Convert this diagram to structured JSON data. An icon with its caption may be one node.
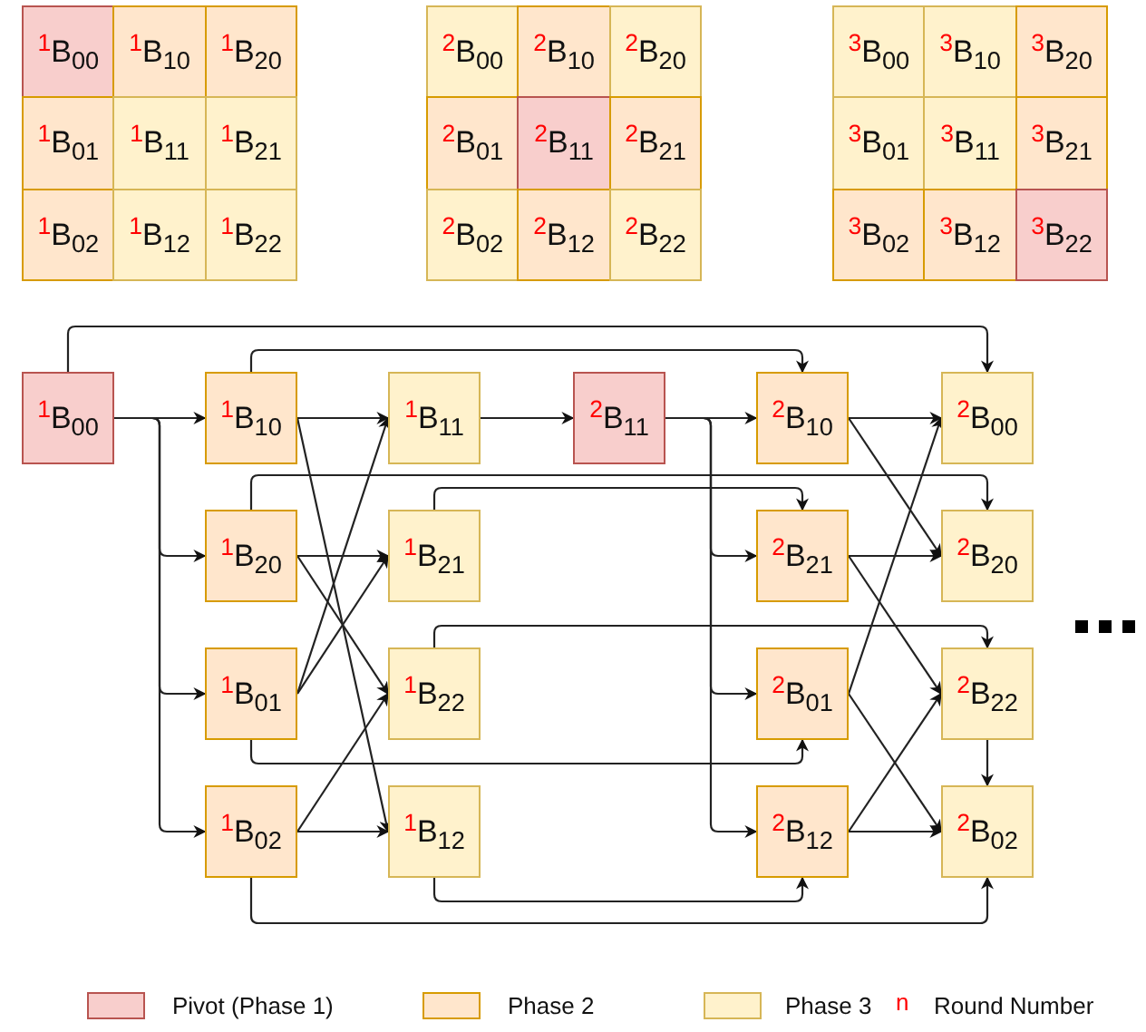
{
  "diagram": {
    "nodes": [
      {
        "text": [
          "$^{1}$B$_{00}$"
        ]
      },
      {
        "text": [
          "$^{1}$B$_{10}$"
        ]
      },
      {
        "text": [
          "$^{1}$B$_{20}$"
        ]
      },
      {
        "text": [
          "$^{1}$B$_{01}$"
        ]
      },
      {
        "text": [
          "$^{1}$B$_{11}$"
        ]
      },
      {
        "text": [
          "$^{1}$B$_{21}$"
        ]
      },
      {
        "text": [
          "$^{1}$B$_{02}$"
        ]
      },
      {
        "text": [
          "$^{1}$B$_{12}$"
        ]
      },
      {
        "text": [
          "$^{1}$B$_{22}$"
        ]
      },
      {
        "text": [
          "$^{2}$B$_{00}$"
        ]
      },
      {
        "text": [
          "$^{2}$B$_{10}$"
        ]
      },
      {
        "text": [
          "$^{2}$B$_{20}$"
        ]
      },
      {
        "text": [
          "$^{2}$B$_{01}$"
        ]
      },
      {
        "text": [
          "$^{2}$B$_{11}$"
        ]
      },
      {
        "text": [
          "$^{2}$B$_{21}$"
        ]
      },
      {
        "text": [
          "$^{2}$B$_{02}$"
        ]
      },
      {
        "text": [
          "$^{2}$B$_{12}$"
        ]
      },
      {
        "text": [
          "$^{2}$B$_{22}$"
        ]
      },
      {
        "text": [
          "$^{3}$B$_{00}$"
        ]
      },
      {
        "text": [
          "$^{3}$B$_{10}$"
        ]
      },
      {
        "text": [
          "$^{3}$B$_{20}$"
        ]
      },
      {
        "text": [
          "$^{3}$B$_{01}$"
        ]
      },
      {
        "text": [
          "$^{3}$B$_{11}$"
        ]
      },
      {
        "text": [
          "$^{3}$B$_{21}$"
        ]
      },
      {
        "text": [
          "$^{3}$B$_{02}$"
        ]
      },
      {
        "text": [
          "$^{3}$B$_{12}$"
        ]
      },
      {
        "text": [
          "$^{3}$B$_{22}$"
        ]
      },
      {
        "text": [
          "$^{1}$B$_{00}$"
        ]
      },
      {
        "text": [
          "$^{1}$B$_{10}$"
        ]
      },
      {
        "text": [
          "$^{1}$B$_{20}$"
        ]
      },
      {
        "text": [
          "$^{1}$B$_{01}$"
        ]
      },
      {
        "text": [
          "$^{1}$B$_{02}$"
        ]
      },
      {
        "text": [
          "$^{1}$B$_{11}$"
        ]
      },
      {
        "text": [
          "$^{1}$B$_{21}$"
        ]
      },
      {
        "text": [
          "$^{1}$B$_{22}$"
        ]
      },
      {
        "text": [
          "$^{1}$B$_{12}$"
        ]
      },
      {
        "text": [
          "$^{2}$B$_{11}$"
        ]
      },
      {
        "text": [
          "$^{2}$B$_{10}$"
        ]
      },
      {
        "text": [
          "$^{2}$B$_{21}$"
        ]
      },
      {
        "text": [
          "$^{2}$B$_{01}$"
        ]
      },
      {
        "text": [
          "$^{2}$B$_{12}$"
        ]
      },
      {
        "text": [
          "$^{2}$B$_{00}$"
        ]
      },
      {
        "text": [
          "$^{2}$B$_{20}$"
        ]
      },
      {
        "text": [
          "$^{2}$B$_{22}$"
        ]
      },
      {
        "text": [
          "$^{2}$B$_{02}$"
        ]
      }
    ],
    "edges": [
      {
        "from": 27,
        "to": 28,
        "arrow": "to"
      },
      {
        "from": 27,
        "to": 29,
        "arrow": "to"
      },
      {
        "from": 27,
        "to": 30,
        "arrow": "to"
      },
      {
        "from": 27,
        "to": 31,
        "arrow": "to"
      },
      {
        "from": 27,
        "to": 41,
        "arrow": "to"
      },
      {
        "from": 28,
        "to": 32,
        "arrow": "to"
      },
      {
        "from": 28,
        "to": 35,
        "arrow": "to"
      },
      {
        "from": 28,
        "to": 37,
        "arrow": "to"
      },
      {
        "from": 29,
        "to": 33,
        "arrow": "to"
      },
      {
        "from": 29,
        "to": 34,
        "arrow": "to"
      },
      {
        "from": 29,
        "to": 42,
        "arrow": "to"
      },
      {
        "from": 30,
        "to": 32,
        "arrow": "to"
      },
      {
        "from": 30,
        "to": 33,
        "arrow": "to"
      },
      {
        "from": 30,
        "to": 39,
        "arrow": "to"
      },
      {
        "from": 31,
        "to": 35,
        "arrow": "to"
      },
      {
        "from": 31,
        "to": 34,
        "arrow": "to"
      },
      {
        "from": 31,
        "to": 44,
        "arrow": "to"
      },
      {
        "from": 32,
        "to": 36,
        "arrow": "to"
      },
      {
        "from": 33,
        "to": 38,
        "arrow": "to"
      },
      {
        "from": 34,
        "to": 43,
        "arrow": "to"
      },
      {
        "from": 35,
        "to": 40,
        "arrow": "to"
      },
      {
        "from": 36,
        "to": 37,
        "arrow": "to"
      },
      {
        "from": 36,
        "to": 38,
        "arrow": "to"
      },
      {
        "from": 36,
        "to": 39,
        "arrow": "to"
      },
      {
        "from": 36,
        "to": 40,
        "arrow": "to"
      },
      {
        "from": 37,
        "to": 41,
        "arrow": "to"
      },
      {
        "from": 37,
        "to": 42,
        "arrow": "to"
      },
      {
        "from": 38,
        "to": 42,
        "arrow": "to"
      },
      {
        "from": 38,
        "to": 43,
        "arrow": "to"
      },
      {
        "from": 39,
        "to": 41,
        "arrow": "to"
      },
      {
        "from": 39,
        "to": 44,
        "arrow": "to"
      },
      {
        "from": 40,
        "to": 44,
        "arrow": "to"
      },
      {
        "from": 40,
        "to": 43,
        "arrow": "to"
      },
      {
        "from": 43,
        "to": 44,
        "arrow": "to"
      }
    ],
    "labels": [
      "n"
    ],
    "legend": [
      {
        "text": "Pivot (Phase 1)",
        "color": "#f8cecc"
      },
      {
        "text": "Phase 2",
        "color": "#ffe6cc"
      },
      {
        "text": "Phase 3",
        "color": "#fff2cc"
      },
      {
        "text": "Round Number"
      }
    ]
  }
}
